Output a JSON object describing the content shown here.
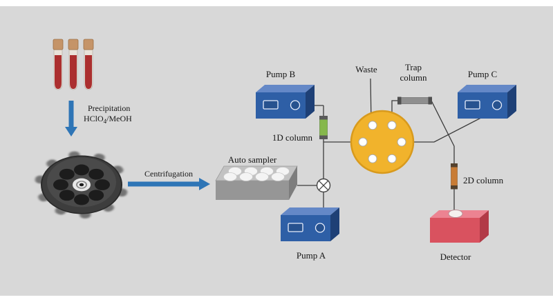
{
  "colors": {
    "canvas": "#d8d8d8",
    "pump_front": "#2e5fa6",
    "pump_top": "#6488c7",
    "pump_side": "#1e4076",
    "valve_body": "#f1b32c",
    "column_1d": "#86b84c",
    "column_2d": "#c87c35",
    "trap_column": "#8f8f8f",
    "detector_front": "#d9525f",
    "detector_top": "#ec8391",
    "detector_side": "#b23a47",
    "process_arrow": "#2e75b6",
    "tube_liquid": "#ab2f2f",
    "tube_cap": "#c59468",
    "line": "#3c3c3c"
  },
  "labels": {
    "precipitation": {
      "line1": "Precipitation",
      "formula_pre": "HClO",
      "formula_sub": "4",
      "formula_post": "/MeOH"
    },
    "centrifugation": "Centrifugation",
    "auto_sampler": "Auto sampler",
    "pump_a": "Pump A",
    "pump_b": "Pump B",
    "pump_c": "Pump C",
    "column_1d": "1D column",
    "column_2d": "2D column",
    "waste": "Waste",
    "trap": {
      "line1": "Trap",
      "line2": "column"
    },
    "detector": "Detector"
  },
  "diagram": {
    "type": "2d-lc-system-schematic",
    "process_arrows": [
      {
        "from": "sample-tubes",
        "to": "centrifuge",
        "label": "Precipitation HClO4/MeOH"
      },
      {
        "from": "centrifuge",
        "to": "auto-sampler",
        "label": "Centrifugation"
      }
    ],
    "connections": [
      "pump-b -> 1d-column -> injector-valve",
      "auto-sampler -> injector-valve",
      "pump-a -> injector-valve",
      "1d-column -> six-port-valve",
      "six-port-valve -> waste",
      "six-port-valve -> trap-column -> pump-c",
      "six-port-valve -> 2d-column -> detector"
    ]
  }
}
